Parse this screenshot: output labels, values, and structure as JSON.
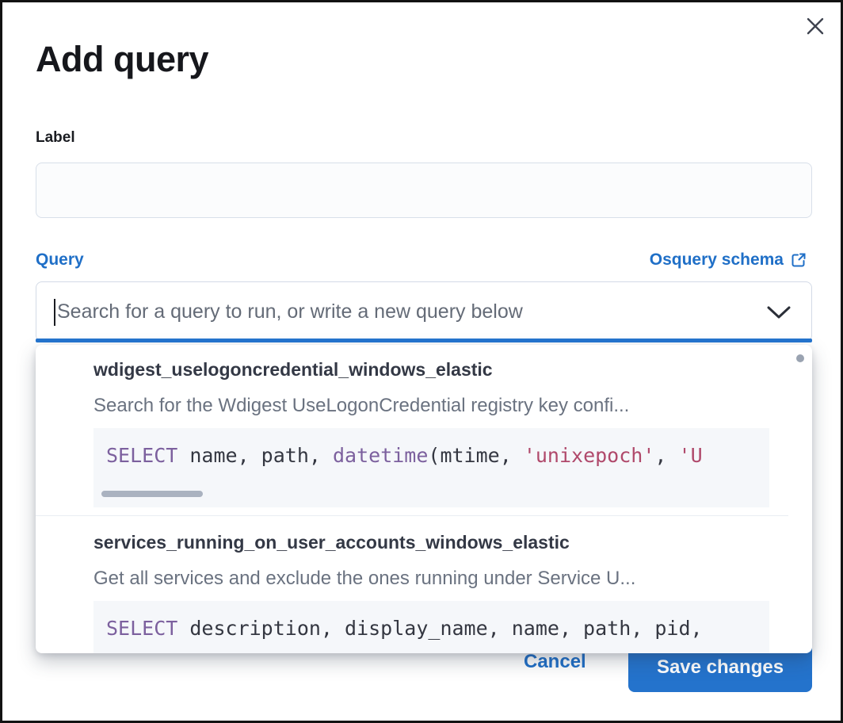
{
  "modal": {
    "title": "Add query"
  },
  "form": {
    "label_field": {
      "label": "Label",
      "value": ""
    },
    "query_field": {
      "label": "Query",
      "schema_link_label": "Osquery schema",
      "placeholder": "Search for a query to run, or write a new query below"
    }
  },
  "dropdown": {
    "options": [
      {
        "name": "wdigest_uselogoncredential_windows_elastic",
        "description": "Search for the Wdigest UseLogonCredential registry key confi...",
        "code_tokens": [
          {
            "t": "SELECT",
            "c": "kw"
          },
          {
            "t": " name, path, ",
            "c": "pl"
          },
          {
            "t": "datetime",
            "c": "kw"
          },
          {
            "t": "(mtime, ",
            "c": "pl"
          },
          {
            "t": "'unixepoch'",
            "c": "str"
          },
          {
            "t": ", ",
            "c": "pl"
          },
          {
            "t": "'U",
            "c": "str"
          }
        ]
      },
      {
        "name": "services_running_on_user_accounts_windows_elastic",
        "description": "Get all services and exclude the ones running under Service U...",
        "code_tokens": [
          {
            "t": "SELECT",
            "c": "kw"
          },
          {
            "t": " description, display_name, name, path, pid,",
            "c": "pl"
          }
        ]
      }
    ]
  },
  "footer": {
    "cancel_label": "Cancel",
    "save_label": "Save changes"
  },
  "colors": {
    "accent_blue": "#1f6fc7",
    "button_blue": "#2473cc",
    "code_keyword": "#7c609e",
    "code_string": "#b0496b",
    "code_text": "#343741",
    "code_background": "#f5f7fa"
  }
}
